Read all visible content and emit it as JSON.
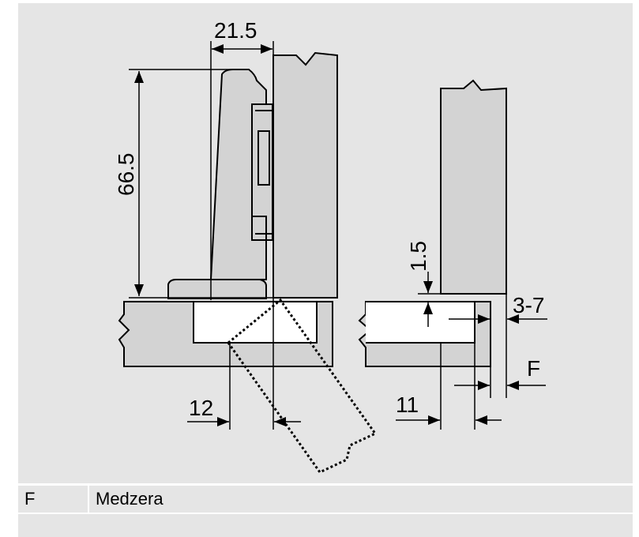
{
  "drawing": {
    "dimensions": {
      "overlay_width": "21.5",
      "hinge_height": "66.5",
      "left_offset": "12",
      "right_offset": "11",
      "gap_top": "1.5",
      "adjust_range": "3-7",
      "gap_label": "F"
    }
  },
  "legend": {
    "rows": [
      {
        "key": "F",
        "value": "Medzera"
      },
      {
        "key": "",
        "value": ""
      }
    ]
  },
  "colors": {
    "panel_background": "#e5e5e5",
    "part_fill": "#d3d3d3",
    "recess_fill": "#ffffff",
    "line": "#000000"
  }
}
